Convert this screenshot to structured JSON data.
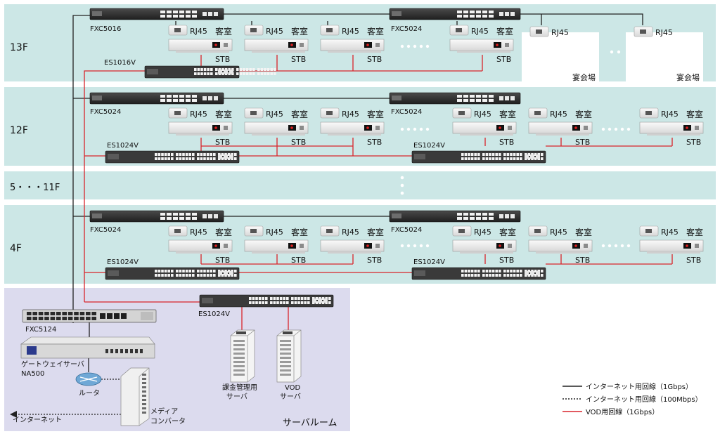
{
  "floors": [
    {
      "id": "f13",
      "label": "13F",
      "switch_left": "FXC5016",
      "switch_mid": "FXC5024",
      "vod_left": "ES1016V"
    },
    {
      "id": "f12",
      "label": "12F",
      "switch_left": "FXC5024",
      "switch_mid": "FXC5024",
      "vod_left": "ES1024V",
      "vod_mid": "ES1024V"
    },
    {
      "id": "f5",
      "label": "5・・・11F"
    },
    {
      "id": "f4",
      "label": "4F",
      "switch_left": "FXC5024",
      "switch_mid": "FXC5024",
      "vod_left": "ES1024V",
      "vod_mid": "ES1024V"
    }
  ],
  "room": {
    "rj45": "RJ45",
    "guest": "客室",
    "stb": "STB"
  },
  "banquet": {
    "label": "宴会場",
    "rj45": "RJ45"
  },
  "ellipsis_h": "・・・・・",
  "ellipsis_v": "・・・",
  "server_room": {
    "title": "サーバルーム",
    "core_switch": "FXC5124",
    "gateway_line1": "ゲートウェイサーバ",
    "gateway_line2": "NA500",
    "router": "ルータ",
    "internet": "インターネット",
    "media_line1": "メディア",
    "media_line2": "コンバータ",
    "vod_switch": "ES1024V",
    "billing_line1": "課金管理用",
    "billing_line2": "サーバ",
    "vod_server_line1": "VOD",
    "vod_server_line2": "サーバ"
  },
  "legend": [
    {
      "label": "インターネット用回線（1Gbps）",
      "style": "solid",
      "color": "#222222"
    },
    {
      "label": "インターネット用回線（100Mbps）",
      "style": "dotted",
      "color": "#222222"
    },
    {
      "label": "VOD用回線（1Gbps）",
      "style": "solid",
      "color": "#d9242b"
    }
  ],
  "colors": {
    "floor_bg": "#cce7e6",
    "server_bg": "#dcdbee",
    "vod_line": "#d9242b",
    "net_line": "#222222"
  }
}
